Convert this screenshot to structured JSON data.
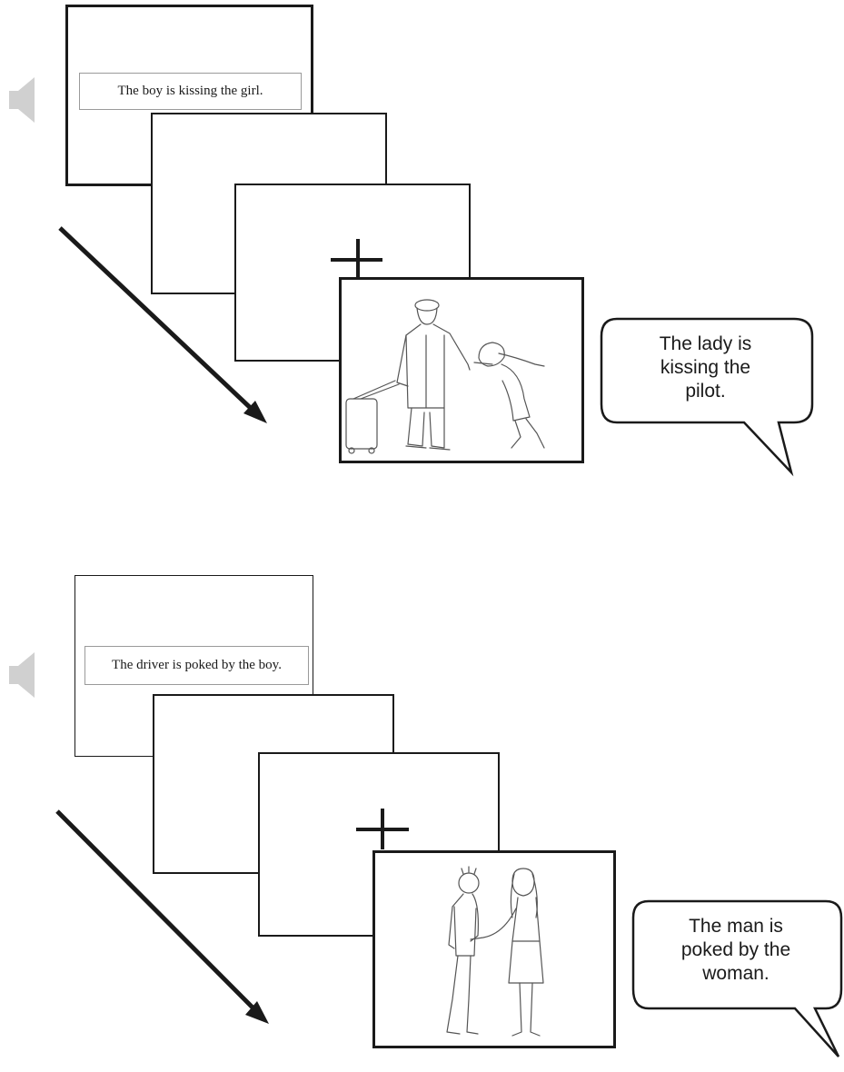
{
  "trial_1": {
    "sentence": "The boy is kissing the girl.",
    "response": "The lady is kissing the pilot.",
    "response_lines": [
      "The lady is",
      "kissing the",
      "pilot."
    ],
    "picture_icon": "pilot-and-lady-kissing-drawing"
  },
  "trial_2": {
    "sentence": "The driver is poked by the boy.",
    "response": "The man is poked by the woman.",
    "response_lines": [
      "The man is",
      "poked by the",
      "woman."
    ],
    "picture_icon": "woman-poking-man-drawing"
  },
  "icons": {
    "audio": "speaker-icon",
    "fixation": "fixation-cross",
    "time_arrow": "time-arrow"
  },
  "colors": {
    "speaker": "#d0d0d0",
    "line": "#1a1a1a"
  }
}
